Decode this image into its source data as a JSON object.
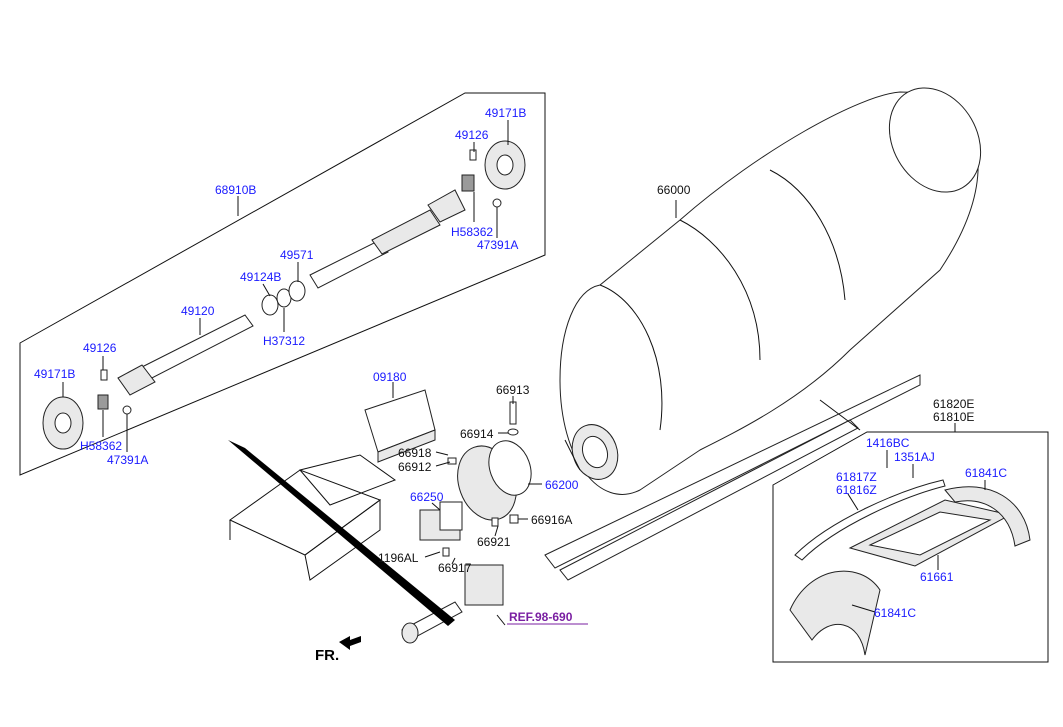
{
  "labels": {
    "p68910B": "68910B",
    "p49171B_top": "49171B",
    "p49126_top": "49126",
    "pH58362_top": "H58362",
    "p47391A_top": "47391A",
    "p49571": "49571",
    "p49124B": "49124B",
    "p49120": "49120",
    "pH37312": "H37312",
    "p49126_left": "49126",
    "p49171B_left": "49171B",
    "pH58362_left": "H58362",
    "p47391A_left": "47391A",
    "p66000": "66000",
    "p09180": "09180",
    "p66913": "66913",
    "p66914": "66914",
    "p66918": "66918",
    "p66912": "66912",
    "p66200": "66200",
    "p66250": "66250",
    "p66916A": "66916A",
    "p66921": "66921",
    "p1196AL": "1196AL",
    "p66917": "66917",
    "ref": "REF.98-690",
    "fr": "FR.",
    "p61820E": "61820E",
    "p61810E": "61810E",
    "p1416BC": "1416BC",
    "p1351AJ": "1351AJ",
    "p61817Z": "61817Z",
    "p61816Z": "61816Z",
    "p61841C_top": "61841C",
    "p61661": "61661",
    "p61841C_bottom": "61841C"
  },
  "colors": {
    "link_blue": "#1a1aff",
    "ref_purple": "#7a1fa2",
    "line": "#111111"
  }
}
